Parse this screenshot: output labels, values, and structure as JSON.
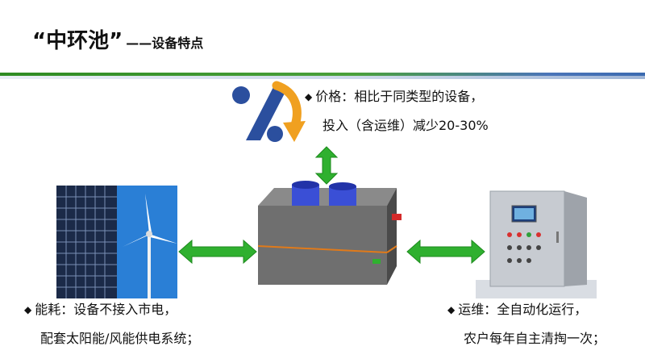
{
  "title": {
    "main": "“中环池”",
    "sub": "——设备特点"
  },
  "price": {
    "bullet": "◆",
    "line1": "价格：相比于同类型的设备，",
    "line2": "投入（含运维）减少20-30%"
  },
  "energy": {
    "bullet": "◆",
    "line1": "能耗：设备不接入市电，",
    "line2": "配套太阳能/风能供电系统；"
  },
  "maintenance": {
    "bullet": "◆",
    "line1": "运维：全自动化运行，",
    "line2": "农户每年自主清掏一次；"
  },
  "colors": {
    "arrow_green": "#2fb02f",
    "percent_blue": "#2b4f9e",
    "curve_orange": "#f0a020",
    "tank_gray": "#6f6f6f"
  }
}
